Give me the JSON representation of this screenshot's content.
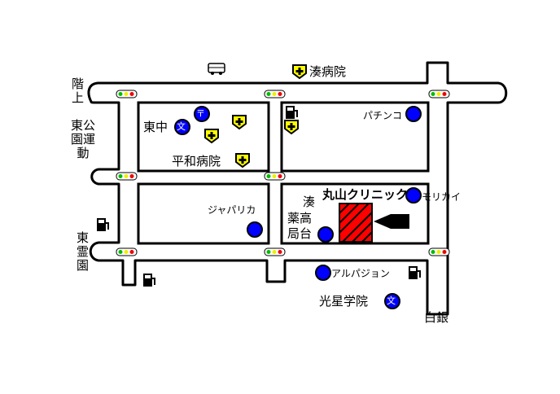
{
  "map": {
    "places": {
      "minato_hospital": "湊病院",
      "kaijo": "階上",
      "higashi_chu": "東中",
      "heiwa_hospital": "平和病院",
      "higashi_park": "東公園運動",
      "higashi_cemetery": "東霊園",
      "pachinko": "パチンコ",
      "japarika": "ジャパリカ",
      "clinic": "丸山クリニック",
      "morikai": "モリカイ",
      "minato": "湊",
      "pharmacy_line1": "薬高",
      "pharmacy_line2": "局台",
      "arpajon": "アルパジョン",
      "kosei_school": "光星学院",
      "shirogane": "白銀"
    },
    "icons": {
      "hospital": "hospital-cross-icon",
      "school": "school-bun-icon",
      "post_office": "post-office-icon",
      "bus": "bus-icon",
      "gas": "gas-station-icon",
      "traffic_light": "traffic-light-icon",
      "landmark": "landmark-dot-icon",
      "arrow": "pointer-arrow-icon"
    },
    "school_mark": "文",
    "post_mark": "〒",
    "colors": {
      "road": "#ffffff",
      "road_outline": "#000000",
      "clinic": "#ff0000",
      "landmark": "#0000ff",
      "hospital_badge": "#ffff00"
    }
  }
}
